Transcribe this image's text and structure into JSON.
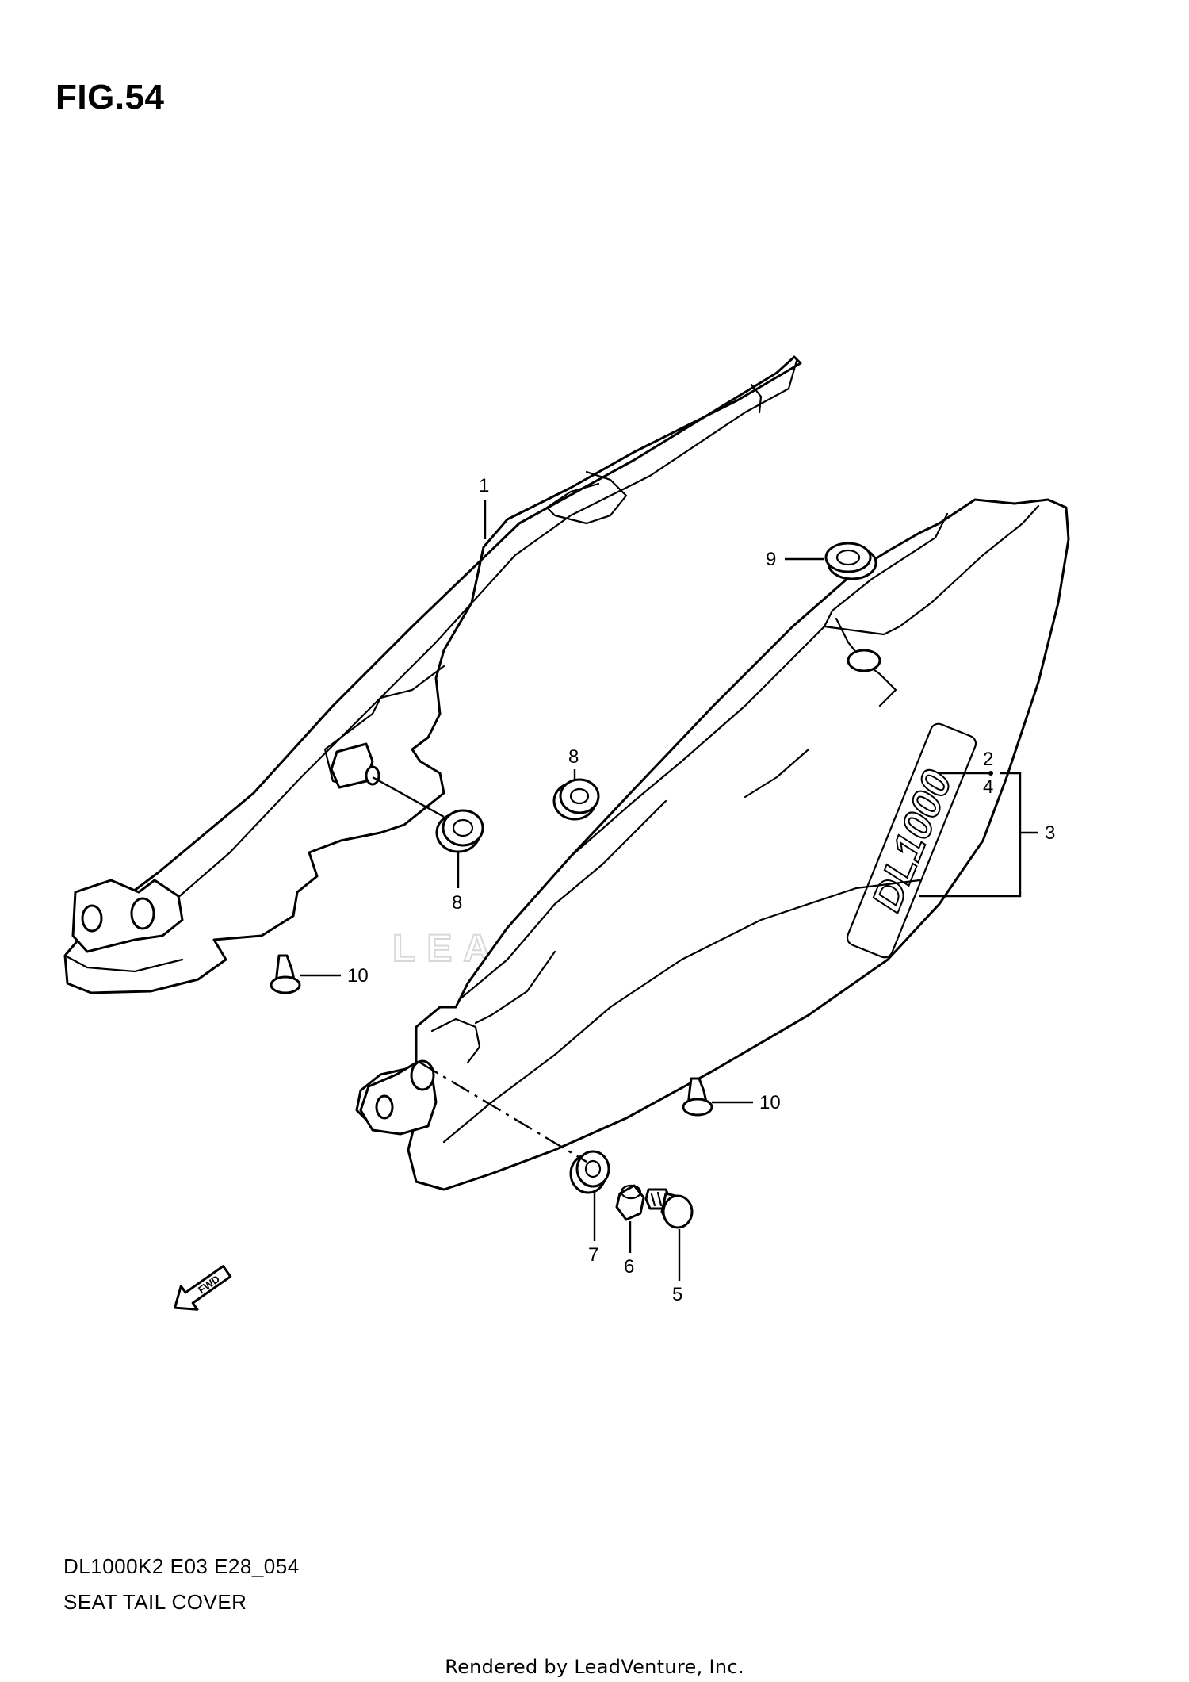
{
  "figure": {
    "title": "FIG.54",
    "model_code": "DL1000K2 E03 E28_054",
    "name": "SEAT TAIL COVER"
  },
  "callouts": {
    "c1": "1",
    "c2_4": "2",
    "c4": "4",
    "c3": "3",
    "c5": "5",
    "c6": "6",
    "c7": "7",
    "c8a": "8",
    "c8b": "8",
    "c9": "9",
    "c10a": "10",
    "c10b": "10"
  },
  "emblem_text": "DL1000",
  "direction_label": "FWD",
  "watermark_text": "LEADVENTURE",
  "credit": "Rendered by LeadVenture, Inc."
}
